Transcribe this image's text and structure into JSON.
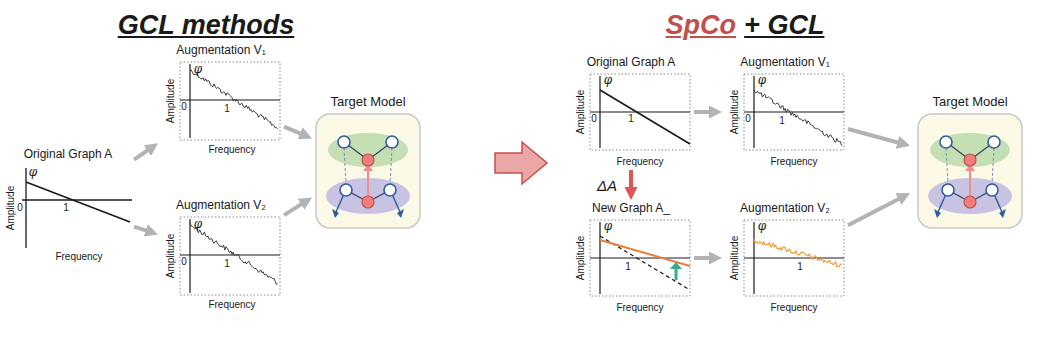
{
  "diagram": {
    "nodes": [
      {
        "text": [
          "Original Graph A",
          "φ",
          "Amplitude",
          "0",
          "1",
          "Frequency"
        ]
      },
      {
        "text": [
          "Augmentation V₁",
          "φ",
          "Amplitude",
          "0",
          "1",
          "Frequency"
        ]
      },
      {
        "text": [
          "Augmentation V₂",
          "φ",
          "Amplitude",
          "0",
          "1",
          "Frequency"
        ]
      },
      {
        "text": [
          "Target Model"
        ]
      },
      {
        "text": [
          "Original Graph A",
          "φ",
          "Amplitude",
          "0",
          "1",
          "Frequency"
        ]
      },
      {
        "text": [
          "Augmentation V₁",
          "φ",
          "Amplitude",
          "0",
          "1",
          "Frequency"
        ]
      },
      {
        "text": [
          "New Graph A_",
          "φ",
          "Amplitude",
          "1",
          "Frequency"
        ]
      },
      {
        "text": [
          "Augmentation V₂",
          "φ",
          "Amplitude",
          "1",
          "Frequency"
        ]
      },
      {
        "text": [
          "Target Model"
        ]
      }
    ],
    "edges": [
      {
        "from": 0,
        "to": 1,
        "arrow": "to"
      },
      {
        "from": 0,
        "to": 2,
        "arrow": "to"
      },
      {
        "from": 1,
        "to": 3,
        "arrow": "to"
      },
      {
        "from": 2,
        "to": 3,
        "arrow": "to"
      },
      {
        "from": 4,
        "to": 5,
        "arrow": "to"
      },
      {
        "from": 4,
        "to": 6,
        "label": "ΔA",
        "arrow": "to"
      },
      {
        "from": 6,
        "to": 7,
        "arrow": "to"
      },
      {
        "from": 5,
        "to": 8,
        "arrow": "to"
      },
      {
        "from": 7,
        "to": 8,
        "arrow": "to"
      }
    ],
    "labels": [
      "GCL methods",
      "SpCo",
      "+ GCL"
    ]
  }
}
